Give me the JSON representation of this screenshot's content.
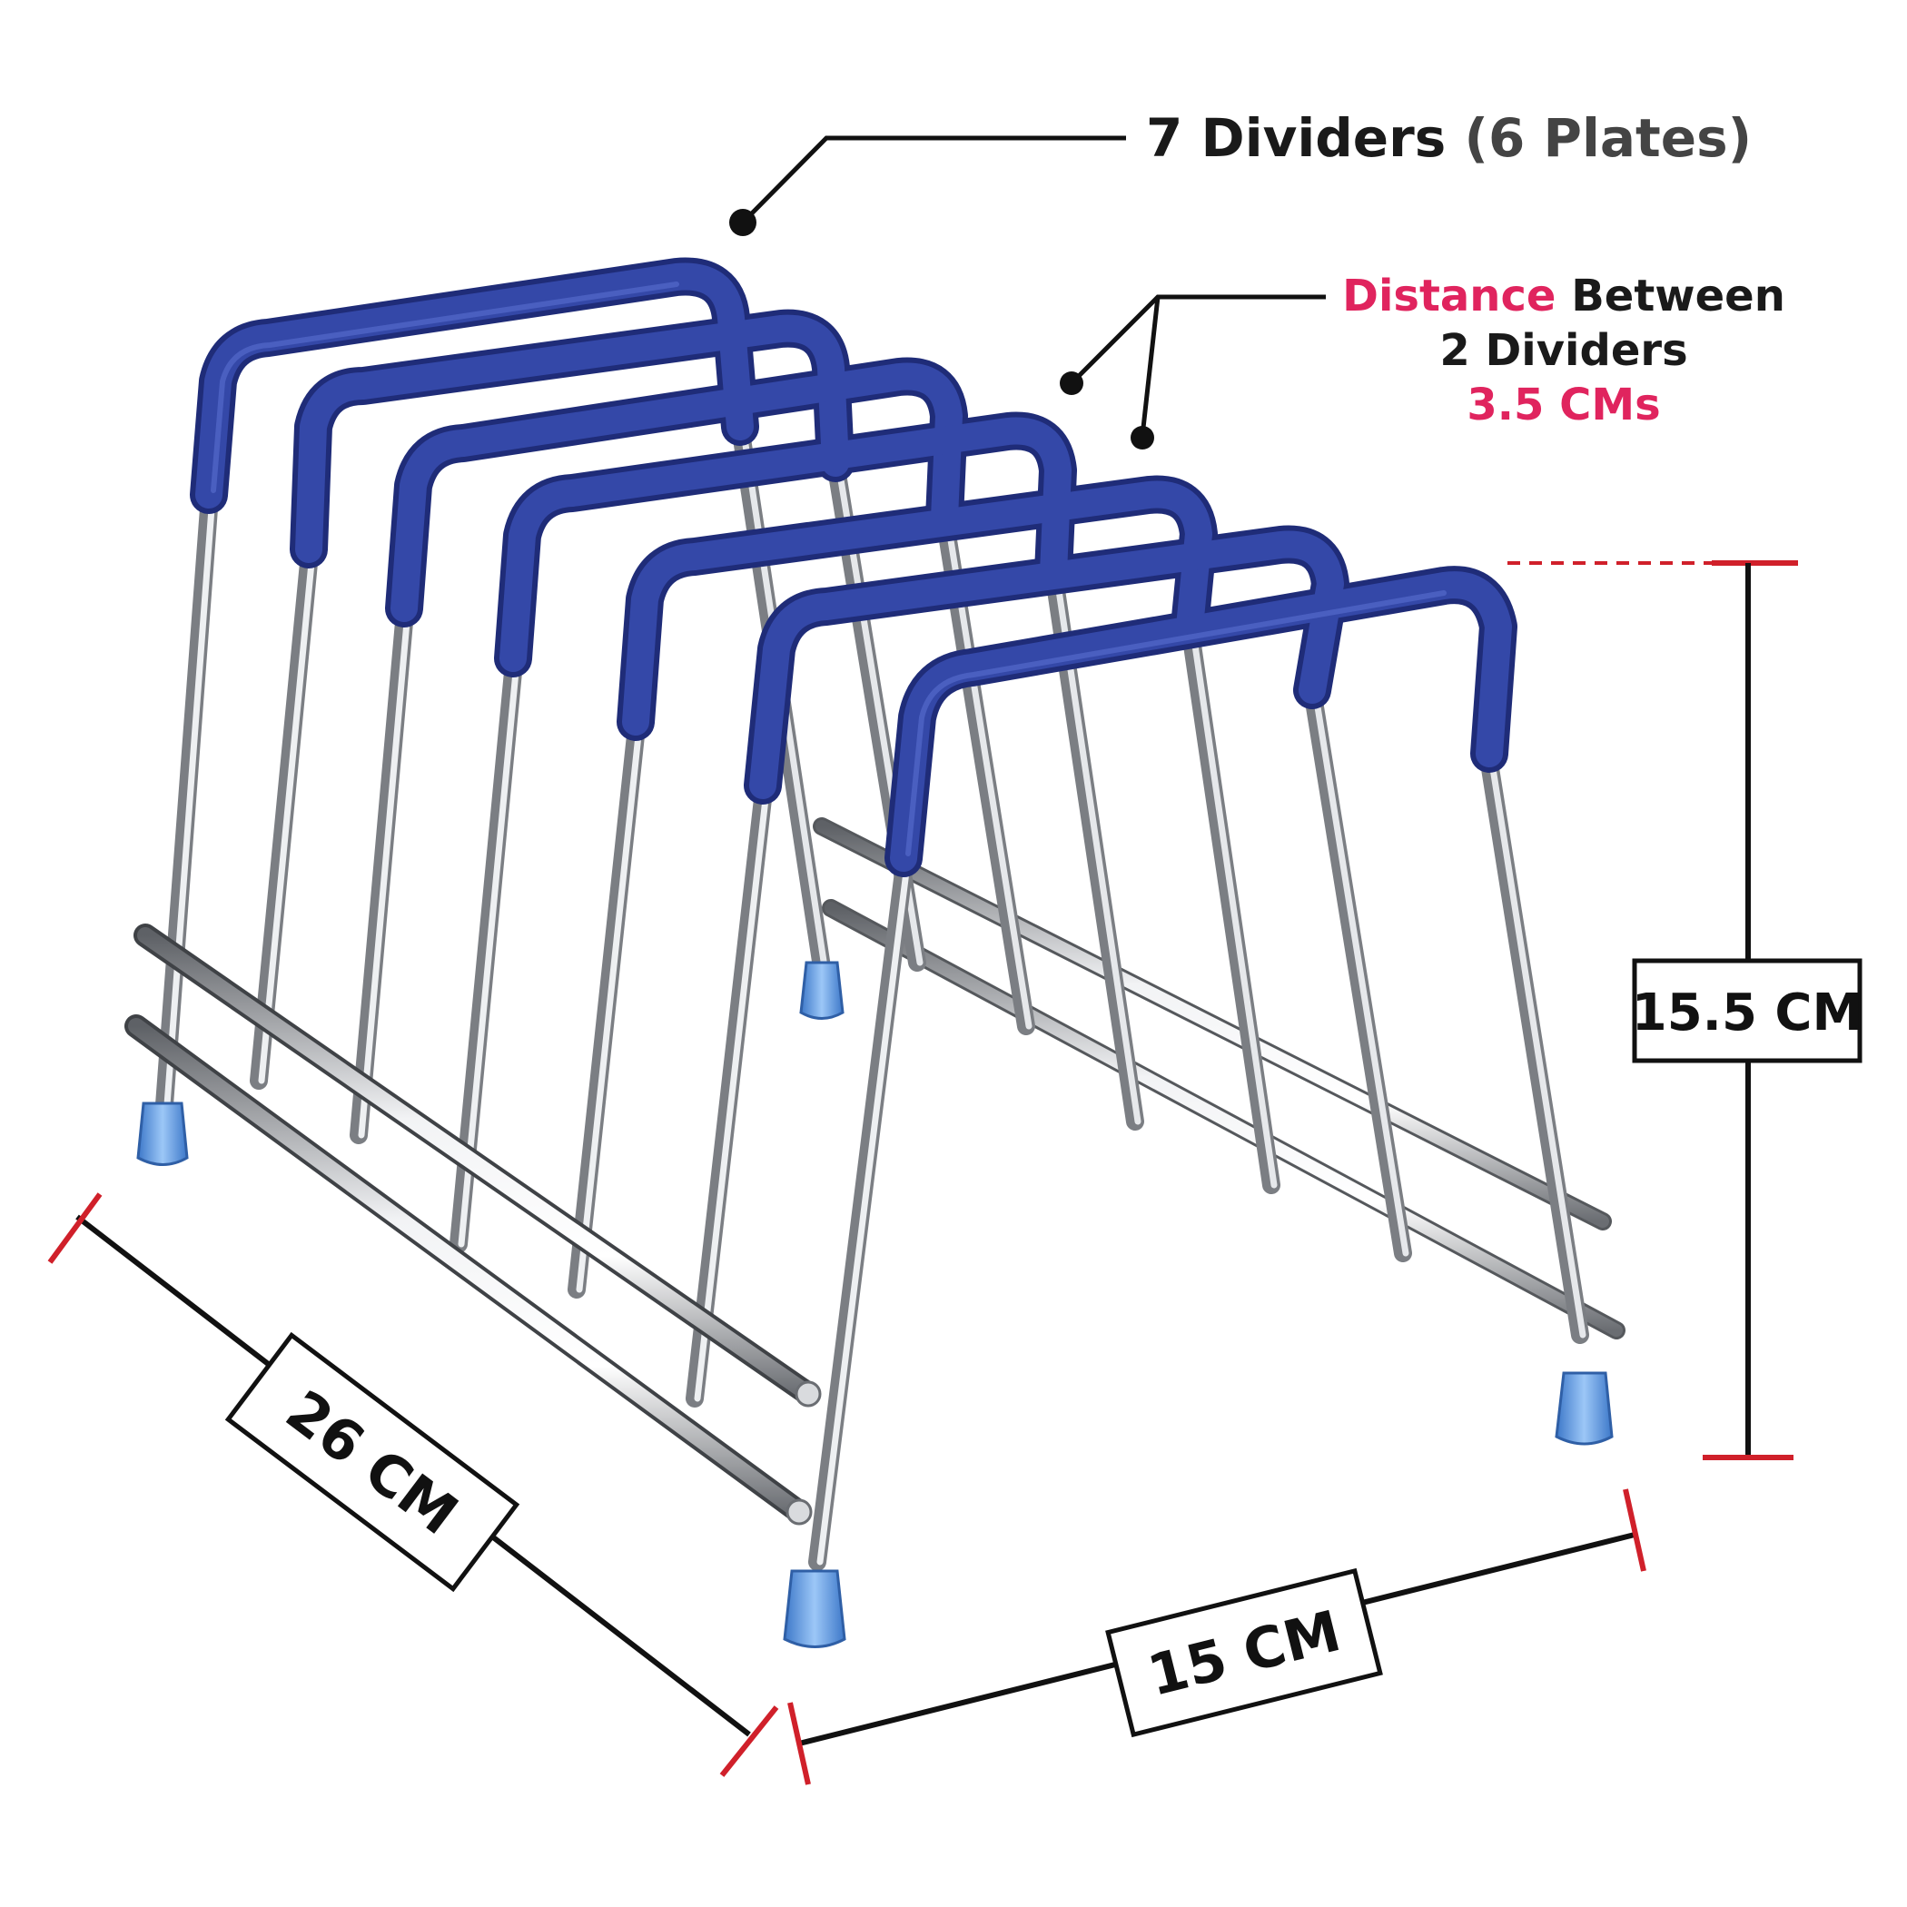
{
  "annotations": {
    "dividers_count": "7 Dividers",
    "plates_count": "(6 Plates)",
    "distance_word": "Distance",
    "between_word": " Between",
    "two_dividers": "2 Dividers",
    "distance_value": "3.5 CMs",
    "height": "15.5 CM",
    "depth": "26 CM",
    "width": "15 CM"
  },
  "colors": {
    "accent_red": "#e0245e",
    "measure_red": "#d0202a",
    "rubber_blue": "#2f3f9e",
    "foot_blue": "#6ea8ee",
    "steel": "#b9bcc0",
    "text_dark": "#1a1a1a",
    "text_grey": "#3a3a3a"
  }
}
